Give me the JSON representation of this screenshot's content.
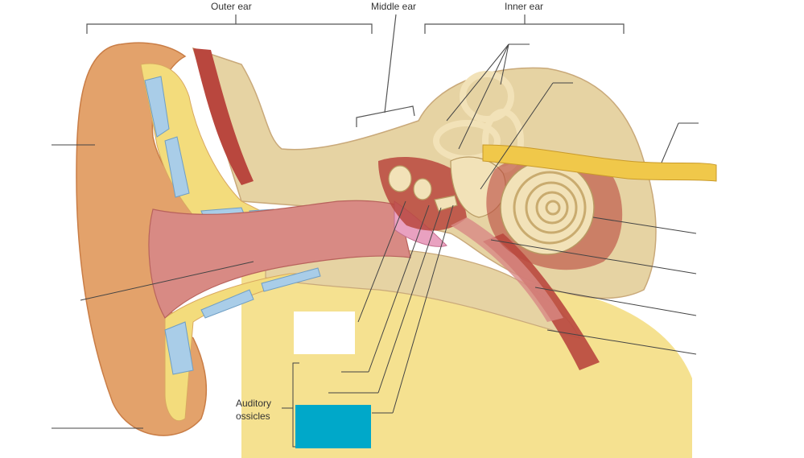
{
  "regions": {
    "outer": "Outer ear",
    "middle": "Middle ear",
    "inner": "Inner ear"
  },
  "ossicles_label": "Auditory\nossicles",
  "colors": {
    "skin": "#e3a26b",
    "bone": "#e6d3a3",
    "fat": "#f3dc7c",
    "canal": "#d88a84",
    "cartilage": "#a9cde8",
    "muscle": "#b9473e",
    "nerve": "#f0c84a",
    "eardrum": "#e9a1c0",
    "highlight_box": "#00a8c9"
  }
}
